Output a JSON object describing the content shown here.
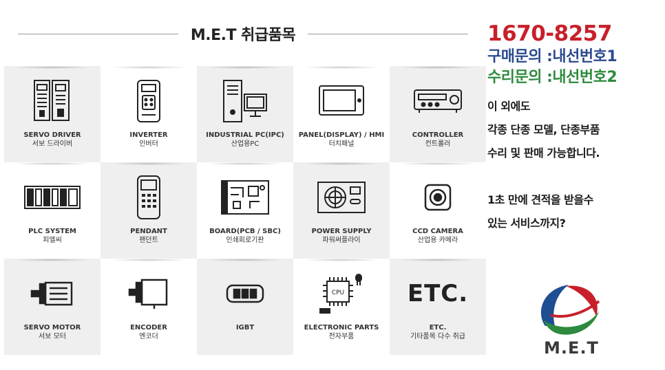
{
  "header": {
    "title": "M.E.T 취급품목"
  },
  "products": [
    {
      "en": "SERVO DRIVER",
      "ko": "서보 드라이버",
      "icon": "servo-driver-icon",
      "shade": "dark"
    },
    {
      "en": "INVERTER",
      "ko": "인버터",
      "icon": "inverter-icon",
      "shade": "light"
    },
    {
      "en": "INDUSTRIAL PC(IPC)",
      "ko": "산업용PC",
      "icon": "industrial-pc-icon",
      "shade": "dark"
    },
    {
      "en": "PANEL(DISPLAY) / HMI",
      "ko": "터치패널",
      "icon": "panel-hmi-icon",
      "shade": "light"
    },
    {
      "en": "CONTROLLER",
      "ko": "컨트롤러",
      "icon": "controller-icon",
      "shade": "dark"
    },
    {
      "en": "PLC SYSTEM",
      "ko": "피엘씨",
      "icon": "plc-system-icon",
      "shade": "light"
    },
    {
      "en": "PENDANT",
      "ko": "팬던트",
      "icon": "pendant-icon",
      "shade": "dark"
    },
    {
      "en": "BOARD(PCB / SBC)",
      "ko": "인쇄회로기판",
      "icon": "board-pcb-icon",
      "shade": "light"
    },
    {
      "en": "POWER SUPPLY",
      "ko": "파워써플라이",
      "icon": "power-supply-icon",
      "shade": "dark"
    },
    {
      "en": "CCD CAMERA",
      "ko": "산업용 카메라",
      "icon": "ccd-camera-icon",
      "shade": "light"
    },
    {
      "en": "SERVO MOTOR",
      "ko": "서보 모터",
      "icon": "servo-motor-icon",
      "shade": "dark"
    },
    {
      "en": "ENCODER",
      "ko": "엔코더",
      "icon": "encoder-icon",
      "shade": "light"
    },
    {
      "en": "IGBT",
      "ko": "",
      "icon": "igbt-icon",
      "shade": "dark"
    },
    {
      "en": "ELECTRONIC PARTS",
      "ko": "전자부품",
      "icon": "electronic-parts-icon",
      "shade": "light"
    },
    {
      "en": "ETC.",
      "ko": "기타품목 다수 취급",
      "icon": "etc-text-icon",
      "shade": "dark"
    }
  ],
  "icon_text": {
    "cpu": "CPU",
    "etc": "ETC."
  },
  "contact": {
    "phone": "1670-8257",
    "purchase": "구매문의 :내선번호1",
    "repair": "수리문의 :내선번호2"
  },
  "description": {
    "line1": "이 외에도",
    "line2": "각종 단종 모델, 단종부품",
    "line3": "수리 및 판매 가능합니다.",
    "line4": "1초 만에 견적을 받을수",
    "line5": "있는 서비스까지?"
  },
  "logo": {
    "text": "M.E.T"
  },
  "colors": {
    "phone": "#c8202a",
    "purchase": "#2b4a8e",
    "repair": "#2e8a3e",
    "cell_dark": "#efefef"
  }
}
